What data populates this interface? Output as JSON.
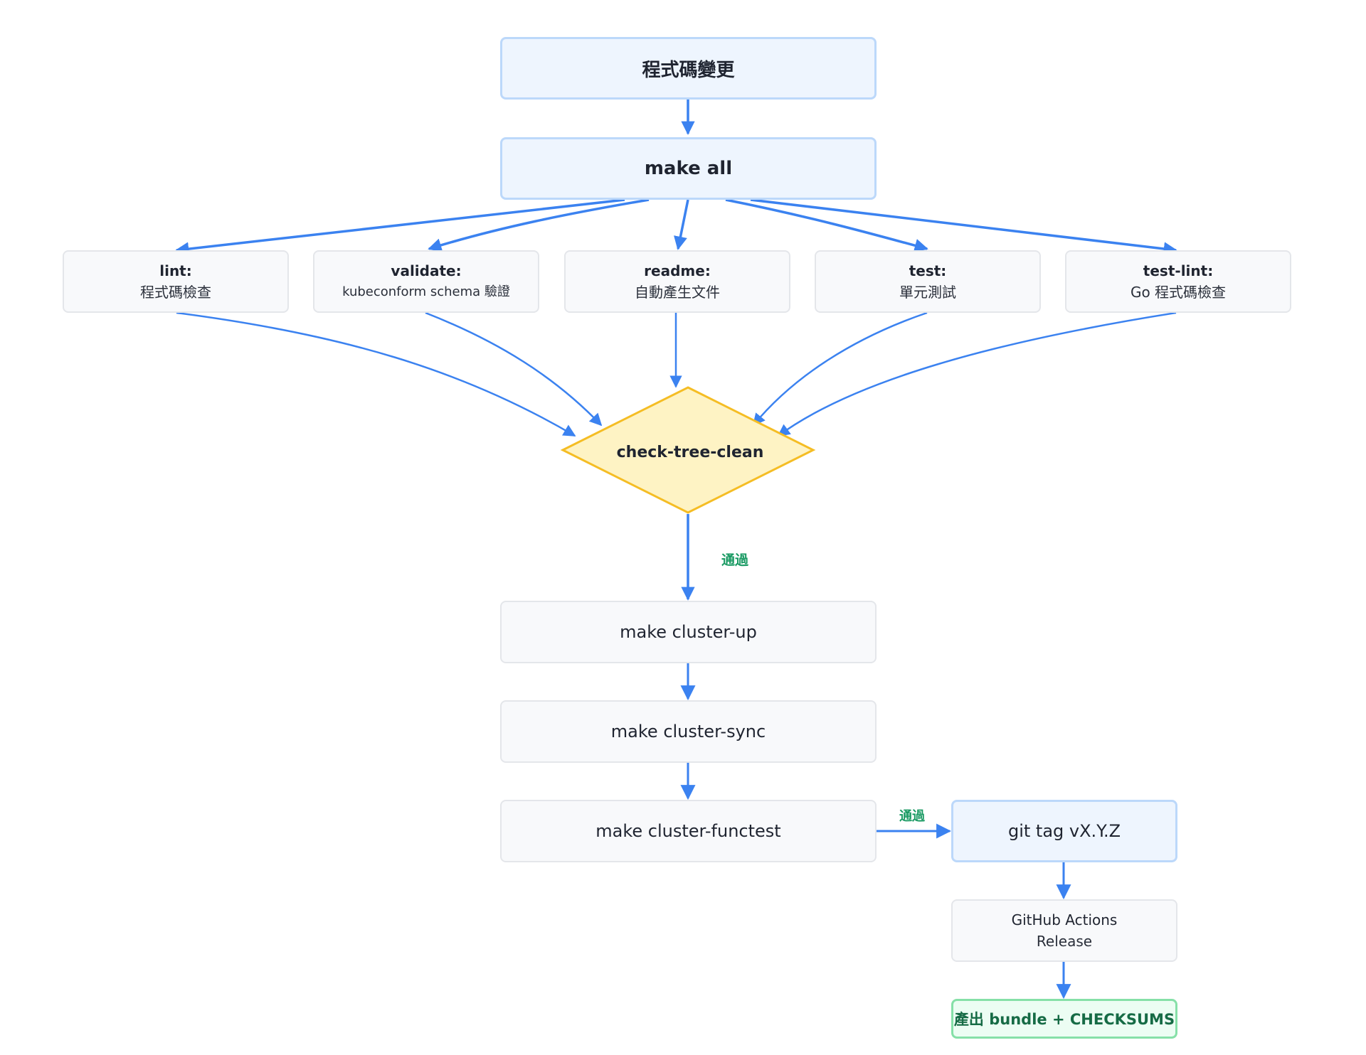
{
  "nodes": {
    "code_change": "程式碼變更",
    "make_all": "make all",
    "lint": {
      "title": "lint:",
      "desc": "程式碼檢查"
    },
    "validate": {
      "title": "validate:",
      "desc": "kubeconform schema 驗證"
    },
    "readme": {
      "title": "readme:",
      "desc": "自動產生文件"
    },
    "test": {
      "title": "test:",
      "desc": "單元測試"
    },
    "test_lint": {
      "title": "test-lint:",
      "desc": "Go 程式碼檢查"
    },
    "check_tree_clean": "check-tree-clean",
    "cluster_up": "make cluster-up",
    "cluster_sync": "make cluster-sync",
    "cluster_functest": "make cluster-functest",
    "git_tag": "git tag vX.Y.Z",
    "gh_actions": {
      "title": "GitHub Actions",
      "desc": "Release"
    },
    "bundle": "產出 bundle + CHECKSUMS"
  },
  "edge_labels": {
    "check_pass": "通過",
    "functest_pass": "通過"
  },
  "colors": {
    "arrow": "#3b82f0",
    "blue_fill": "#eef5fe",
    "blue_border": "#bcd8fa",
    "diamond_fill": "#fef3c4",
    "diamond_border": "#f5bd24",
    "green_fill": "#ecfdf3",
    "green_border": "#86e0a8",
    "pass_label": "#1a9a63"
  }
}
